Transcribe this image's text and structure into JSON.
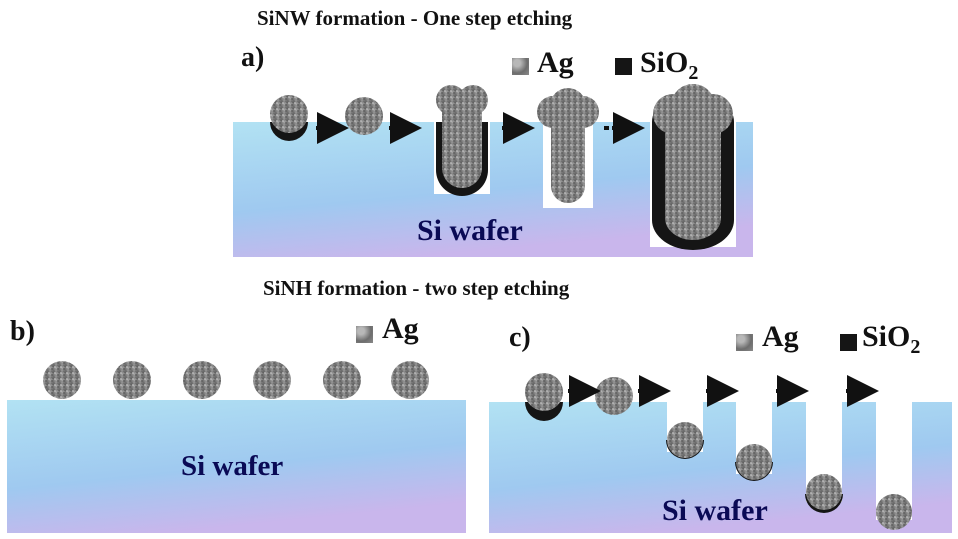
{
  "titles": {
    "top": "SiNW formation - One step etching",
    "middle": "SiNH formation - two step etching"
  },
  "panels": {
    "a": {
      "label": "a)",
      "wafer_label": "Si wafer",
      "legend": {
        "ag": "Ag",
        "sio2_main": "SiO",
        "sio2_sub": "2"
      }
    },
    "b": {
      "label": "b)",
      "wafer_label": "Si wafer",
      "legend": {
        "ag": "Ag"
      }
    },
    "c": {
      "label": "c)",
      "wafer_label": "Si wafer",
      "legend": {
        "ag": "Ag",
        "sio2_main": "SiO",
        "sio2_sub": "2"
      }
    }
  },
  "colors": {
    "wafer_top": "#a9dcf0",
    "wafer_bottom": "#8fb4ee",
    "ag_particle": "#7a7a7a",
    "sio2_shell": "#151515"
  }
}
